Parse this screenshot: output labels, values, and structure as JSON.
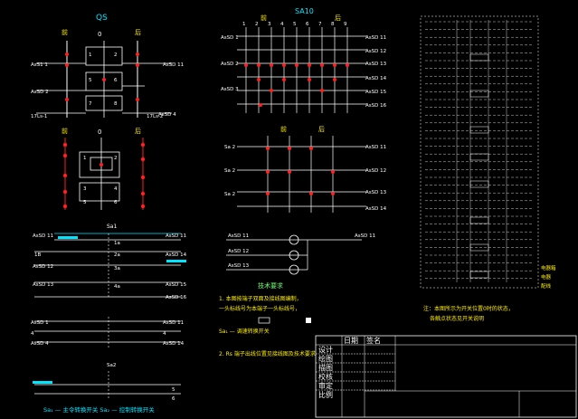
{
  "sections": {
    "top_left_title": "QS",
    "top_center_title": "SA10",
    "middle_center_labels": [
      "前",
      "后"
    ]
  },
  "notes": {
    "heading": "技术要求",
    "line1": "1. 本图按端子双面及接线图编制，",
    "line2": "一头标线号为本端子一头标线号，",
    "line3": "Sa₁ — 调速转换开关",
    "line4": "2. Rs 端子出线位置见接线图及技术要求",
    "right_note_line1": "注：本图所示为开关位置0时的状态，",
    "right_note_line2": "各触点状态见开关说明"
  },
  "captions": {
    "bottom_left": "Sa₁ — 主令转换开关    Sa₂ — 控制转换开关"
  },
  "title_block": {
    "header": "日期",
    "header_value": "签名",
    "rows": [
      "设计",
      "绘图",
      "描图",
      "校核",
      "审定",
      "比例"
    ]
  },
  "colors": {
    "background": "#000000",
    "lines": "#ffffff",
    "contacts": "#ff2020",
    "text_cyan": "#00e5ff",
    "text_yellow": "#ffee00",
    "text_green": "#6cff6c"
  }
}
